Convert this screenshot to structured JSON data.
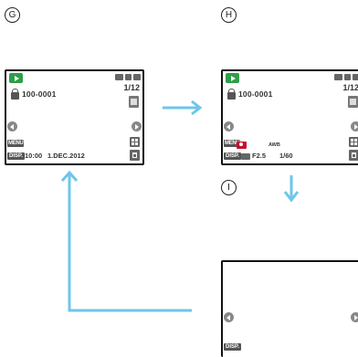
{
  "labels": {
    "g": "G",
    "h": "H",
    "i": "I"
  },
  "screen_g": {
    "folder_file": "100-0001",
    "frame_count": "1/12",
    "menu_label": "MENU",
    "disp_label": "DISP.",
    "time": "10:00",
    "date": "1.DEC.2012"
  },
  "screen_h": {
    "folder_file": "100-0001",
    "frame_count": "1/12",
    "menu_label": "MENU",
    "disp_label": "DISP.",
    "aperture": "F2.5",
    "shutter": "1/60",
    "wb": "AWB"
  },
  "screen_i": {
    "disp_label": "DISP."
  },
  "colors": {
    "arrow": "#6ec6e8",
    "play_badge": "#2e9e4a",
    "record": "#c8102e"
  }
}
